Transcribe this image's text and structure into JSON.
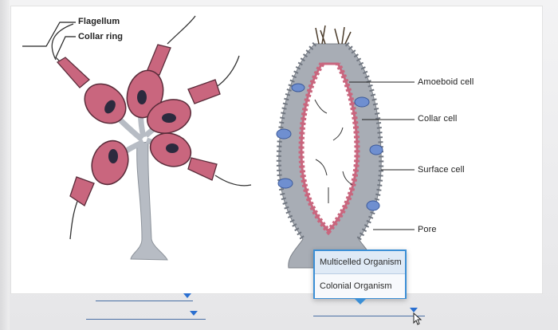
{
  "labels": {
    "flagellum": "Flagellum",
    "collar_ring": "Collar ring",
    "amoeboid_cell": "Amoeboid cell",
    "collar_cell": "Collar cell",
    "surface_cell": "Surface cell",
    "pore": "Pore"
  },
  "dropdown": {
    "options": [
      "Multicelled Organism",
      "Colonial Organism"
    ],
    "highlighted_index": 0
  },
  "colors": {
    "cell_fill": "#c9667e",
    "cell_outline": "#5a2c3a",
    "nucleus": "#2c2a3e",
    "stalk": "#b7bcc4",
    "sponge_body": "#9aa0a8",
    "pore_blue": "#6f8fd0",
    "accent_blue": "#3b8fd6"
  },
  "icons": {
    "select_arrow": "triangle-down",
    "cursor": "pointer-arrow"
  }
}
